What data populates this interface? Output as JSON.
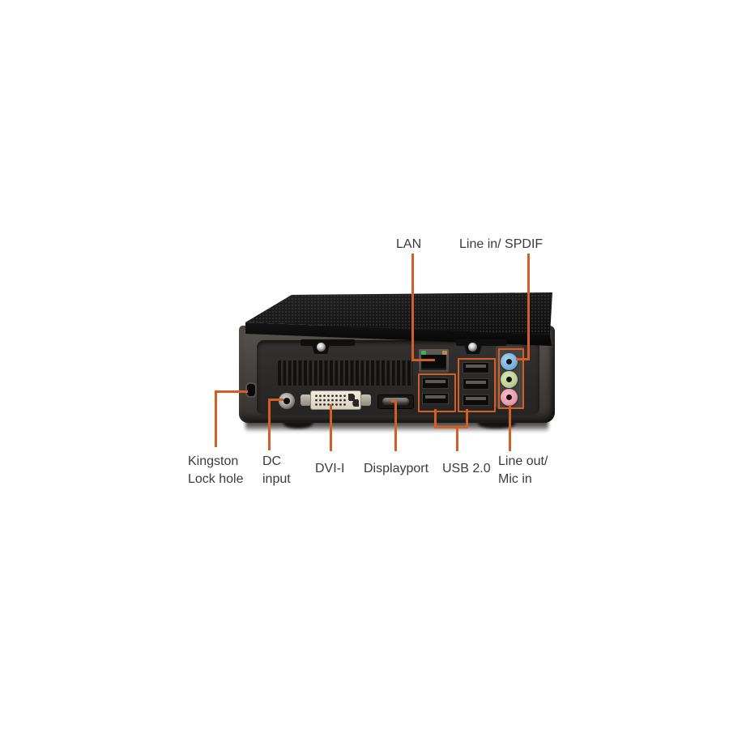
{
  "diagram": {
    "kind": "hardware-rear-panel-annotation",
    "subject": "mini PC rear view with labeled ports",
    "background_color": "#ffffff",
    "accent_color": "#d35f26",
    "label_color": "#3c3b3b"
  },
  "callouts": {
    "lan": "LAN",
    "line_in_spdif": "Line in/ SPDIF",
    "kingston_line1": "Kingston",
    "kingston_line2": "Lock hole",
    "dc_line1": "DC",
    "dc_line2": "input",
    "dvi": "DVI-I",
    "displayport": "Displayport",
    "usb": "USB 2.0",
    "line_out_line1": "Line out/",
    "line_out_line2": "Mic in"
  },
  "port_colors": {
    "line_in_jack_blue": "#7cb4dc",
    "line_out_jack_green": "#bfd29a",
    "mic_jack_pink": "#eb9fb1",
    "lan_led_green": "#43b04f",
    "lan_led_amber": "#c08848",
    "dvi_connector_cream": "#e7e0d1"
  }
}
